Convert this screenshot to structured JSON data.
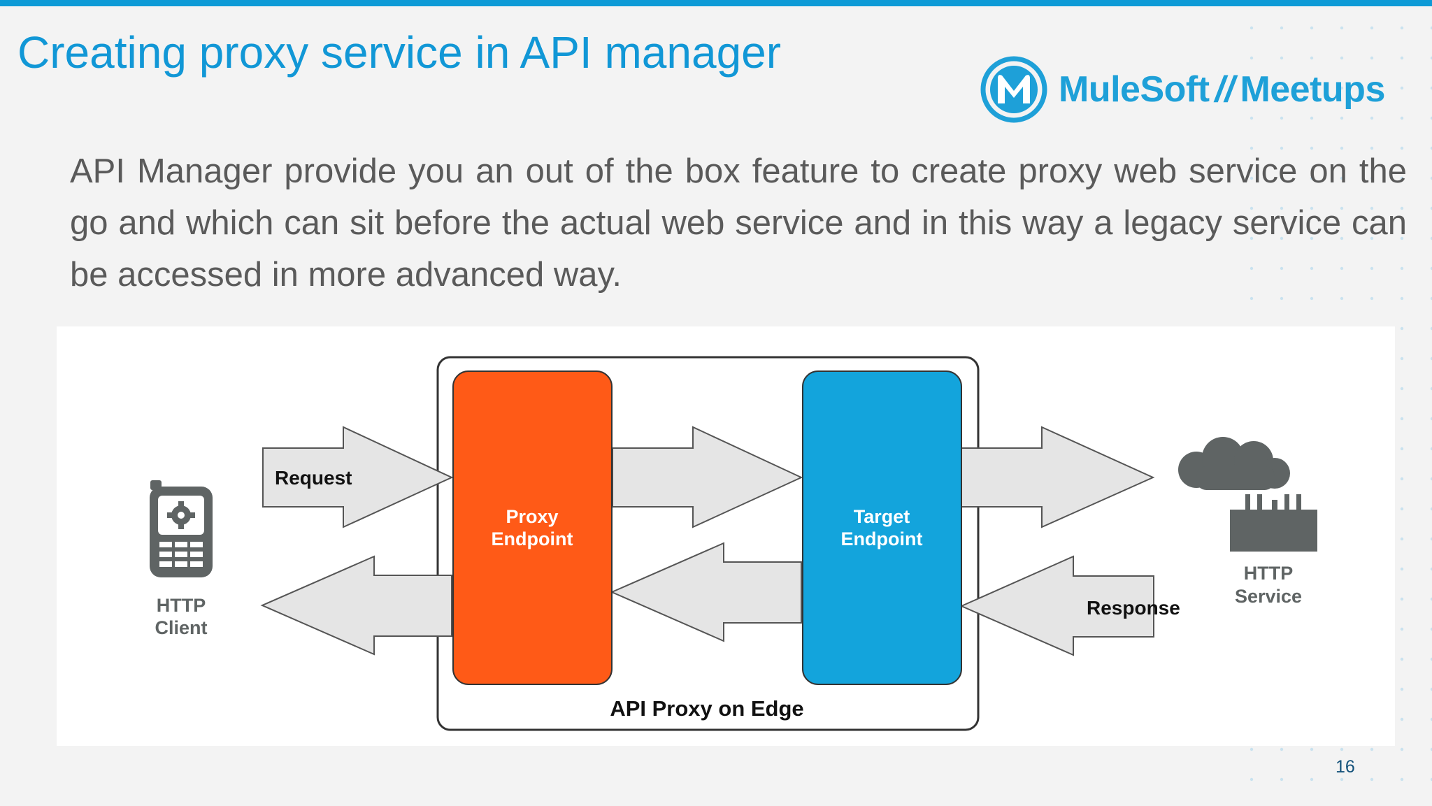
{
  "slide": {
    "title": "Creating proxy service in API manager",
    "body": "API Manager provide you an out of the box feature to create proxy web service on the go and which can sit before the actual web service and in this way a legacy service can be accessed in more advanced way.",
    "page_number": "16"
  },
  "logo": {
    "brand": "MuleSoft",
    "separator": "//",
    "suffix": "Meetups"
  },
  "diagram": {
    "client_line1": "HTTP",
    "client_line2": "Client",
    "request_label": "Request",
    "response_label": "Response",
    "proxy_line1": "Proxy",
    "proxy_line2": "Endpoint",
    "target_line1": "Target",
    "target_line2": "Endpoint",
    "edge_label": "API Proxy on Edge",
    "service_line1": "HTTP",
    "service_line2": "Service"
  },
  "colors": {
    "accent": "#0d9ad6",
    "title": "#1197d6",
    "body_text": "#5a5a5a",
    "proxy_endpoint": "#ff5a17",
    "target_endpoint": "#13a4dc",
    "arrow_fill": "#e5e5e5",
    "icon_gray": "#5f6464"
  }
}
